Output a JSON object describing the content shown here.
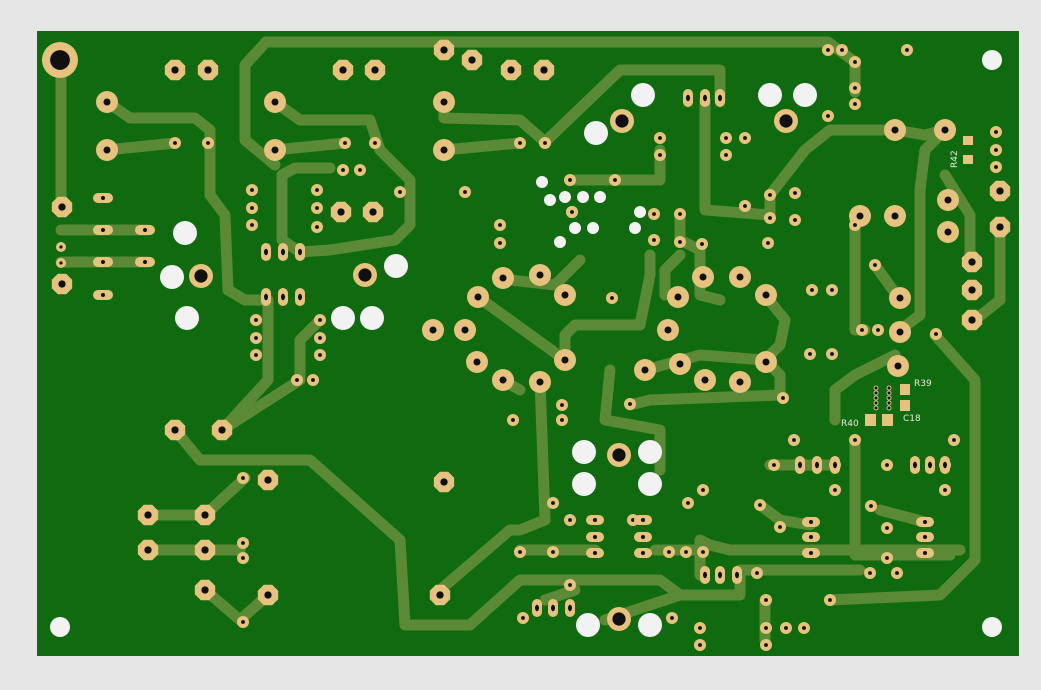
{
  "board": {
    "labels": {
      "r42": "R42",
      "r39": "R39",
      "r40": "R40",
      "c18": "C18"
    }
  },
  "colors": {
    "background": "#e6e6e6",
    "substrate": "#0f6a10",
    "trace": "#5a8a35",
    "pad": "#e6c27e",
    "drill": "#101010",
    "hole": "#f2f2f2",
    "silk": "#e8e8d8"
  }
}
